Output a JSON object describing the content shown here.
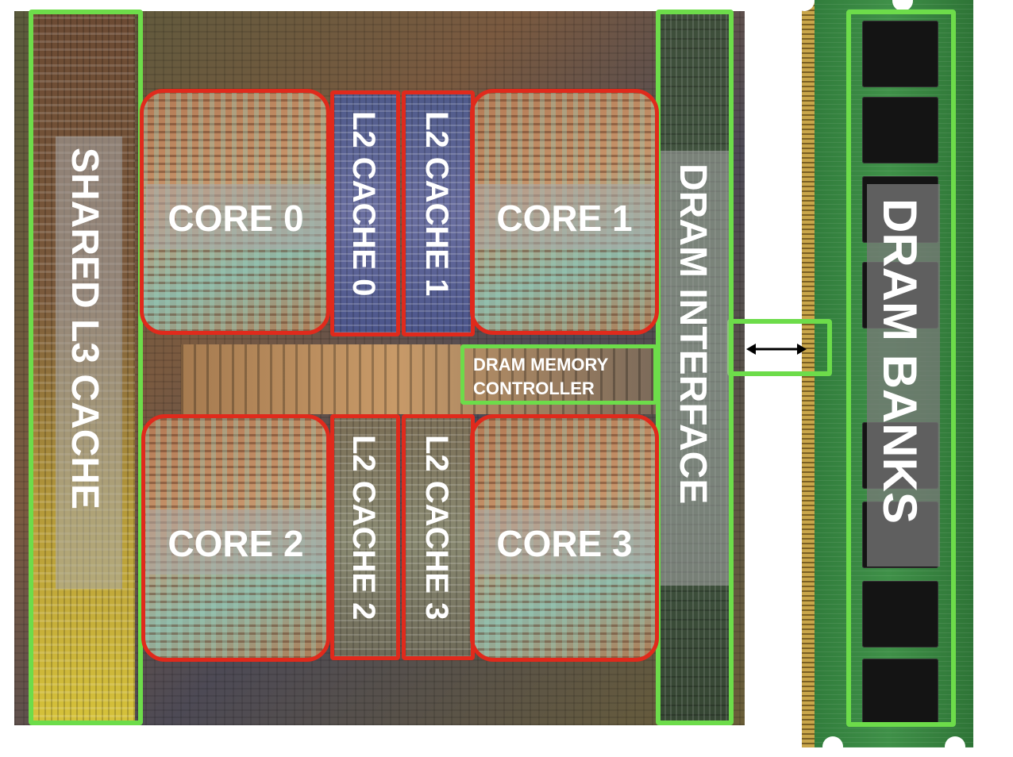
{
  "labels": {
    "shared_l3": "SHARED L3 CACHE",
    "core0": "CORE 0",
    "core1": "CORE 1",
    "core2": "CORE 2",
    "core3": "CORE 3",
    "l2_0": "L2 CACHE 0",
    "l2_1": "L2 CACHE 1",
    "l2_2": "L2 CACHE 2",
    "l2_3": "L2 CACHE 3",
    "dram_interface": "DRAM INTERFACE",
    "mc_line1": "DRAM MEMORY",
    "mc_line2": "CONTROLLER",
    "dram_banks": "DRAM BANKS"
  },
  "colors": {
    "highlight_green": "#6ddc4a",
    "highlight_red": "#e02a1c",
    "label_text": "#ffffff"
  },
  "icons": {
    "connection": "double-headed-arrow-icon"
  }
}
